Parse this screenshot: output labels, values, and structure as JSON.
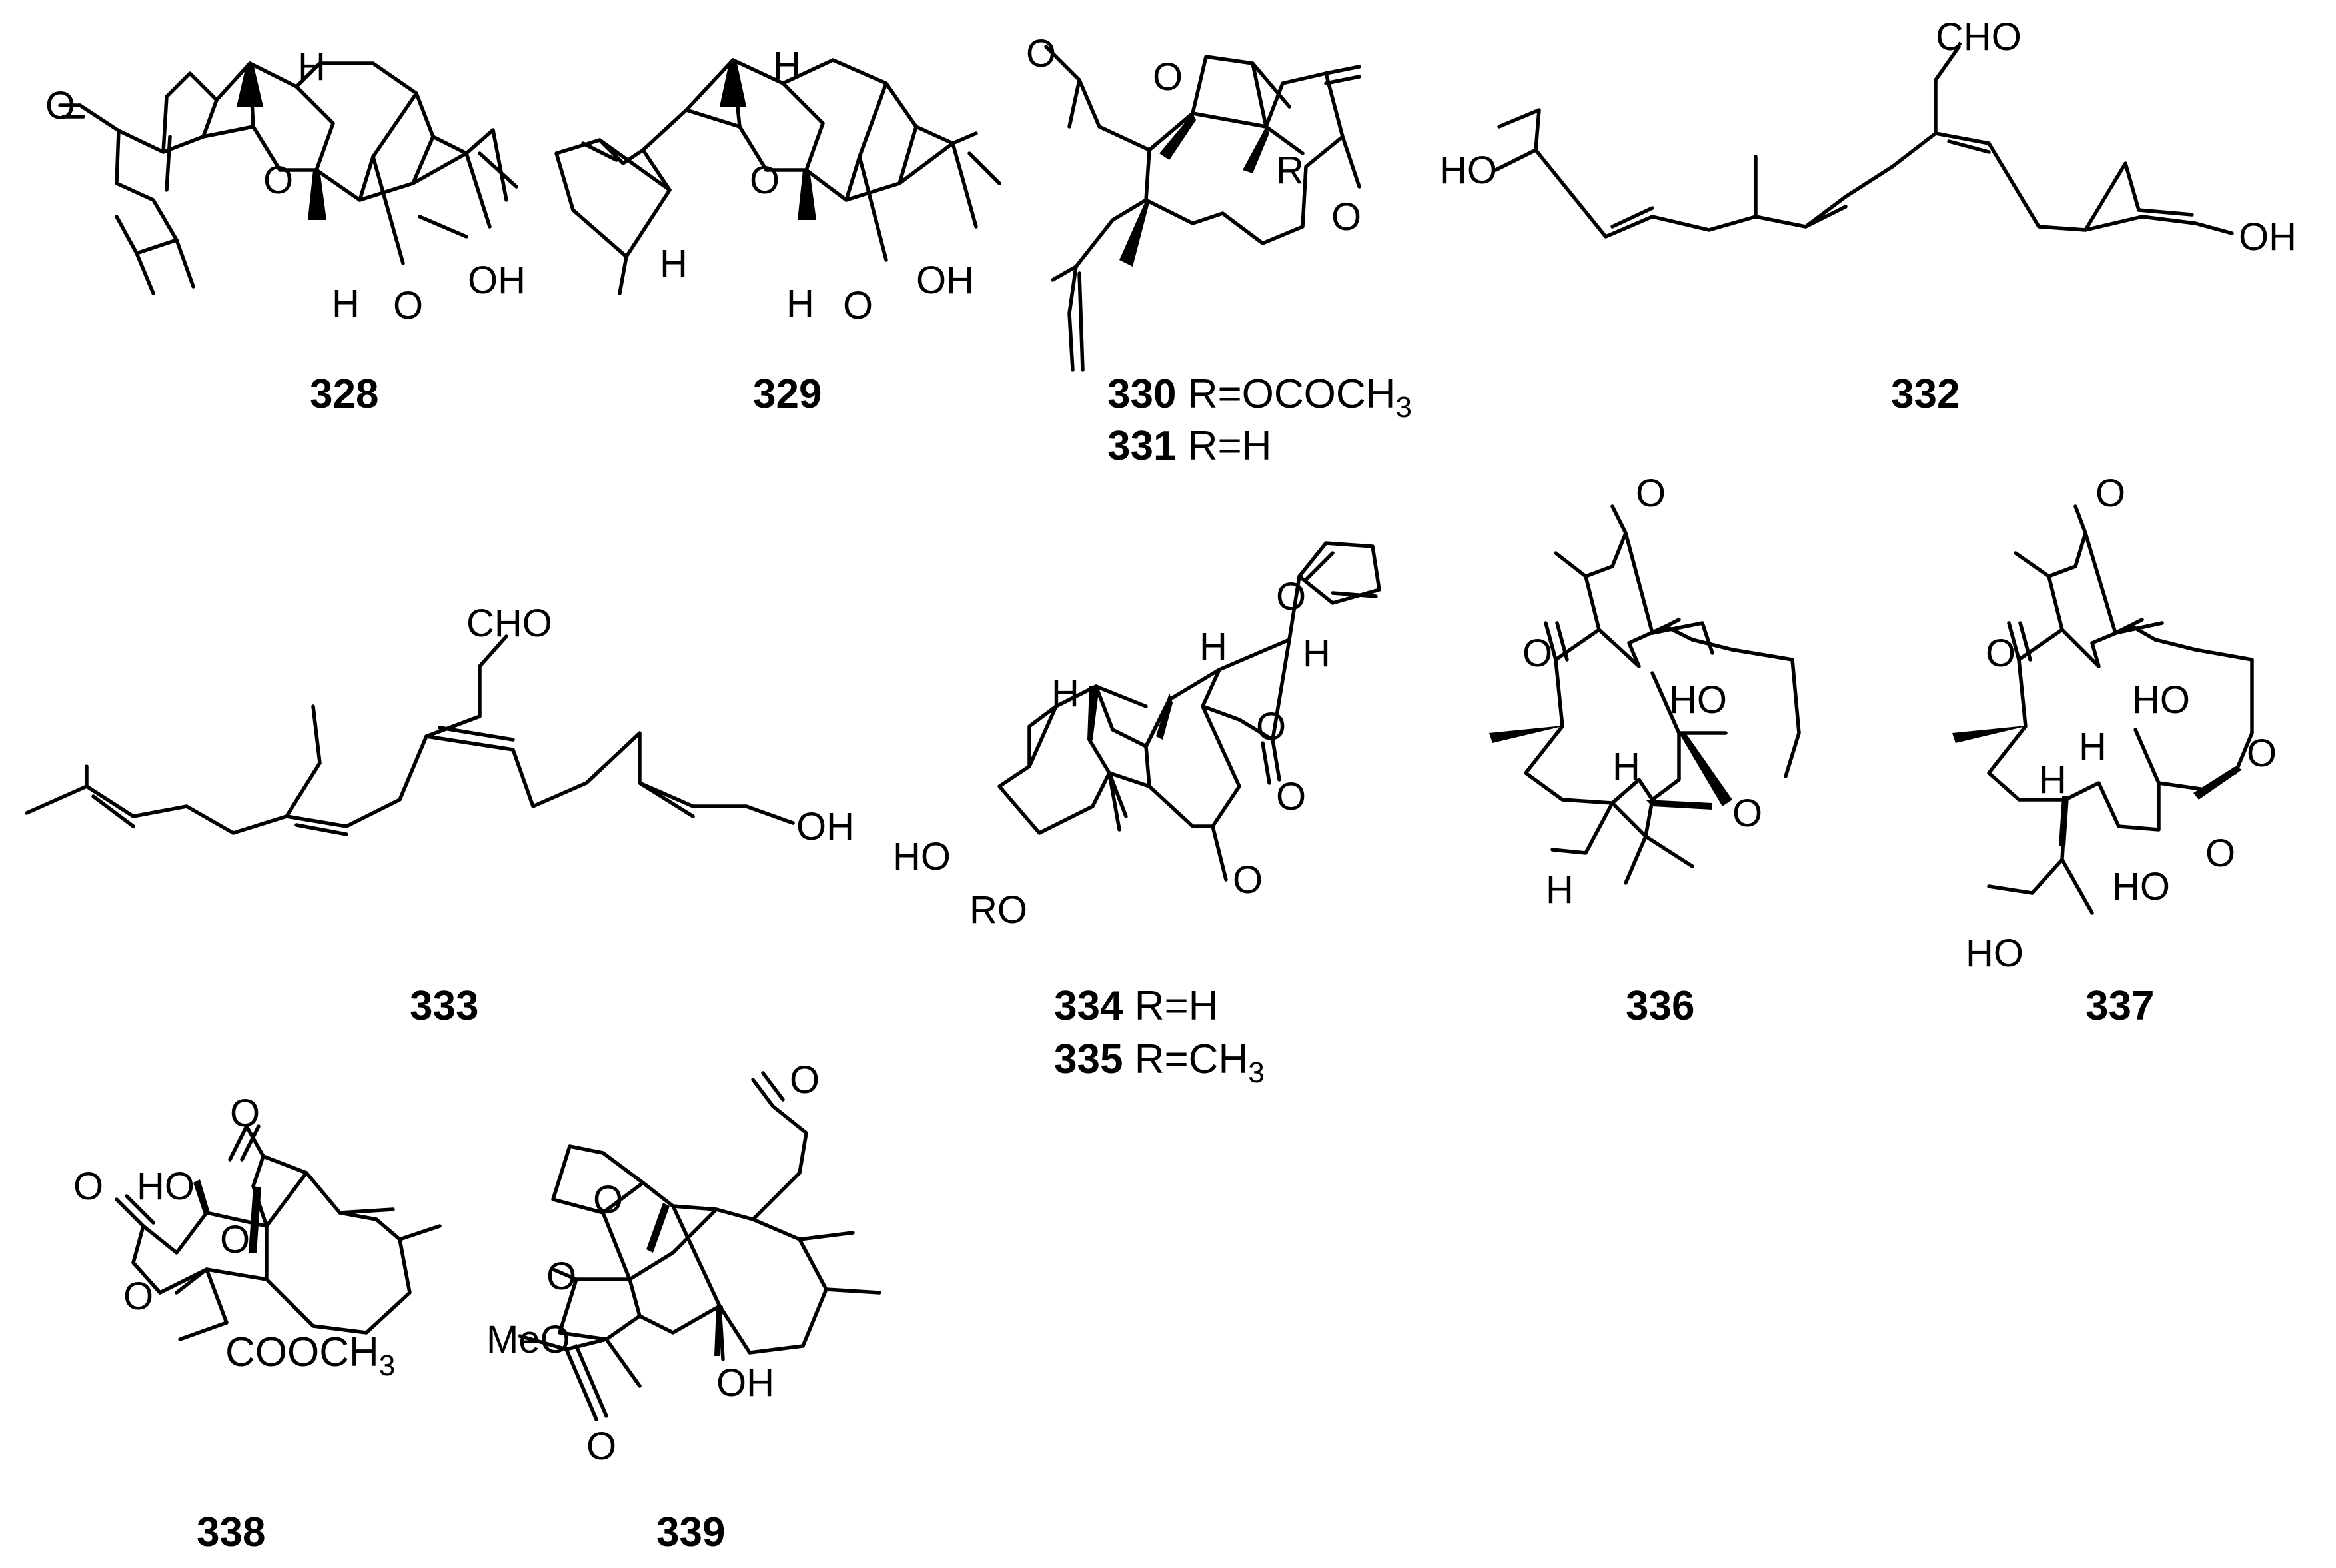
{
  "compounds": [
    {
      "id": "328",
      "substituent": ""
    },
    {
      "id": "329",
      "substituent": ""
    },
    {
      "id": "330",
      "substituent": "R=OCOCH",
      "sub_digit": "3"
    },
    {
      "id": "331",
      "substituent": "R=H"
    },
    {
      "id": "332",
      "substituent": ""
    },
    {
      "id": "333",
      "substituent": ""
    },
    {
      "id": "334",
      "substituent": "R=H"
    },
    {
      "id": "335",
      "substituent": "R=CH",
      "sub_digit": "3"
    },
    {
      "id": "336",
      "substituent": ""
    },
    {
      "id": "337",
      "substituent": ""
    },
    {
      "id": "338",
      "substituent": ""
    },
    {
      "id": "339",
      "substituent": ""
    }
  ],
  "atoms": {
    "o": "O",
    "h": "H",
    "oh": "OH",
    "ho": "HO",
    "ro": "RO",
    "r": "R",
    "cho": "CHO",
    "meo": "MeO",
    "cooch": "COOCH",
    "three": "3"
  }
}
